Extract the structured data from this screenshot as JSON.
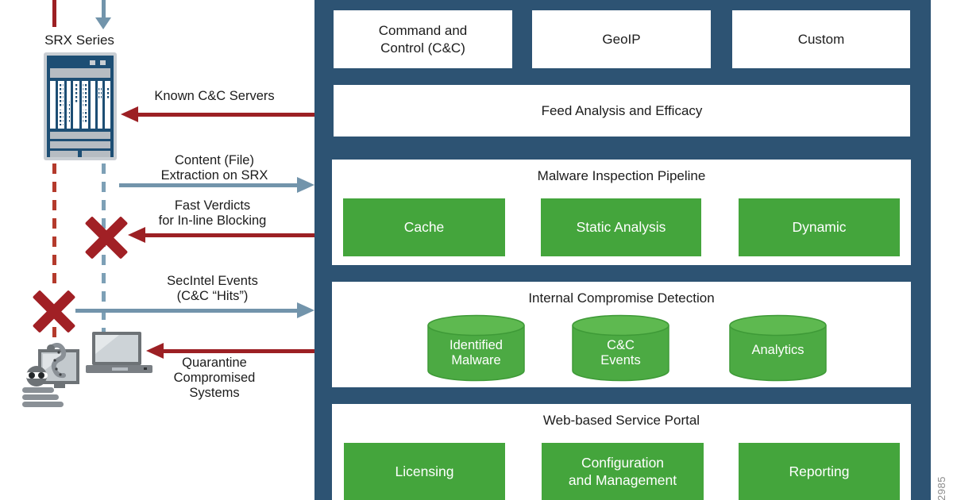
{
  "colors": {
    "panel_navy": "#2d5373",
    "chassis_navy": "#1d4e74",
    "box_green": "#44a53c",
    "cylinder_green": "#4caa43",
    "cylinder_top_green": "#5eb950",
    "arrow_red": "#9c2024",
    "arrow_steel": "#7294ab",
    "icon_gray": "#8a9096"
  },
  "icons": {
    "srx": "srx-chassis-icon",
    "laptop": "laptop-icon",
    "attacker": "attacker-icon",
    "blocked": "block-x-icon",
    "inbound": "inbound-traffic-arrow-icon",
    "outbound": "outbound-traffic-line-icon"
  },
  "left": {
    "device_label": "SRX Series",
    "flows": [
      {
        "label": "Known C&C Servers",
        "direction": "to-srx",
        "color": "red"
      },
      {
        "label": "Content (File)\nExtraction on SRX",
        "direction": "to-cloud",
        "color": "steel"
      },
      {
        "label": "Fast Verdicts\nfor In-line Blocking",
        "direction": "to-srx",
        "color": "red"
      },
      {
        "label": "SecIntel Events\n(C&C “Hits”)",
        "direction": "to-cloud",
        "color": "steel"
      },
      {
        "label": "Quarantine\nCompromised\nSystems",
        "direction": "to-endpoint",
        "color": "red"
      }
    ]
  },
  "panel": {
    "feed_sources": [
      {
        "label": "Command and\nControl (C&C)"
      },
      {
        "label": "GeoIP"
      },
      {
        "label": "Custom"
      }
    ],
    "feed_analysis": {
      "label": "Feed Analysis and Efficacy"
    },
    "sections": [
      {
        "title": "Malware Inspection Pipeline",
        "items": [
          {
            "label": "Cache"
          },
          {
            "label": "Static Analysis"
          },
          {
            "label": "Dynamic"
          }
        ]
      },
      {
        "title": "Internal Compromise Detection",
        "items": [
          {
            "label": "Identified\nMalware"
          },
          {
            "label": "C&C\nEvents"
          },
          {
            "label": "Analytics"
          }
        ]
      },
      {
        "title": "Web-based Service Portal",
        "items": [
          {
            "label": "Licensing"
          },
          {
            "label": "Configuration\nand Management"
          },
          {
            "label": "Reporting"
          }
        ]
      }
    ]
  },
  "figure_id": "2985"
}
